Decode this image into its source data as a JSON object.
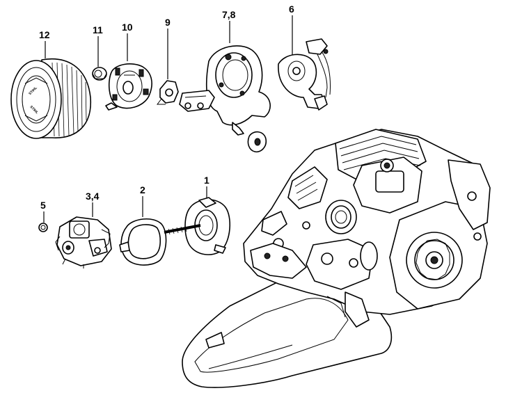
{
  "callouts": [
    {
      "id": "12",
      "text": "12"
    },
    {
      "id": "11",
      "text": "11"
    },
    {
      "id": "10",
      "text": "10"
    },
    {
      "id": "9",
      "text": "9"
    },
    {
      "id": "7_8",
      "text": "7,8"
    },
    {
      "id": "6",
      "text": "6"
    },
    {
      "id": "5",
      "text": "5"
    },
    {
      "id": "3_4",
      "text": "3,4"
    },
    {
      "id": "2",
      "text": "2"
    },
    {
      "id": "1",
      "text": "1"
    }
  ],
  "filter_marking": "STIHL"
}
